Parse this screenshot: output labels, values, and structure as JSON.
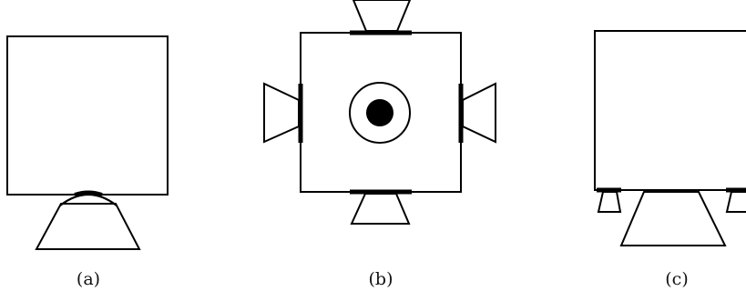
{
  "figure": {
    "panels": [
      {
        "id": "a",
        "caption": "(a)"
      },
      {
        "id": "b",
        "caption": "(b)"
      },
      {
        "id": "c",
        "caption": "(c)"
      }
    ]
  },
  "colors": {
    "stroke": "#000000",
    "background": "#ffffff"
  }
}
